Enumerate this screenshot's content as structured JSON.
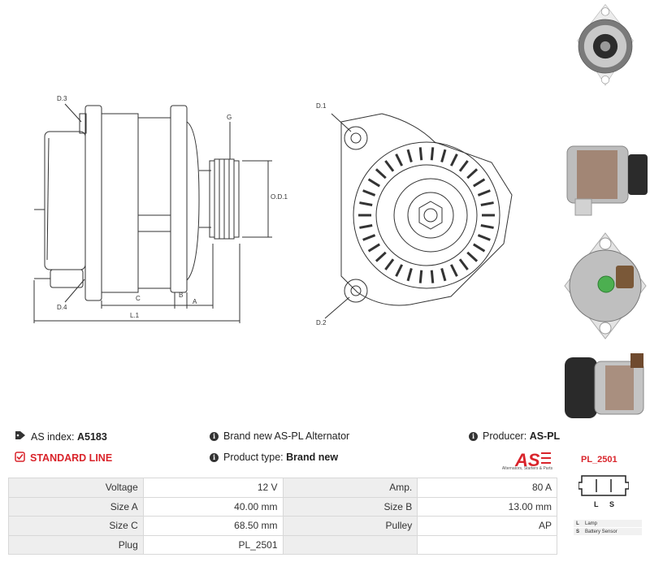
{
  "drawing": {
    "labels": {
      "d3": "D.3",
      "d4": "D.4",
      "d1": "D.1",
      "d2": "D.2",
      "g": "G",
      "od1": "O.D.1",
      "c": "C",
      "b": "B",
      "a": "A",
      "l1": "L.1"
    }
  },
  "info": {
    "index_label": "AS index:",
    "index_value": "A5183",
    "brand_text": "Brand new AS-PL Alternator",
    "producer_label": "Producer:",
    "producer_value": "AS-PL",
    "line_label": "STANDARD LINE",
    "type_label": "Product type:",
    "type_value": "Brand new"
  },
  "logo": {
    "text": "AS",
    "tagline": "Alternators, Starters & Parts"
  },
  "specs": [
    {
      "k1": "Voltage",
      "v1": "12 V",
      "k2": "Amp.",
      "v2": "80 A"
    },
    {
      "k1": "Size A",
      "v1": "40.00 mm",
      "k2": "Size B",
      "v2": "13.00 mm"
    },
    {
      "k1": "Size C",
      "v1": "68.50 mm",
      "k2": "Pulley",
      "v2": "AP"
    },
    {
      "k1": "Plug",
      "v1": "PL_2501",
      "k2": "",
      "v2": ""
    }
  ],
  "plug": {
    "code": "PL_2501",
    "pins": [
      "L",
      "S"
    ],
    "legend": [
      {
        "key": "L",
        "value": "Lamp"
      },
      {
        "key": "S",
        "value": "Battery Sensor"
      }
    ]
  },
  "colors": {
    "accent": "#d9242b",
    "line": "#333333"
  }
}
